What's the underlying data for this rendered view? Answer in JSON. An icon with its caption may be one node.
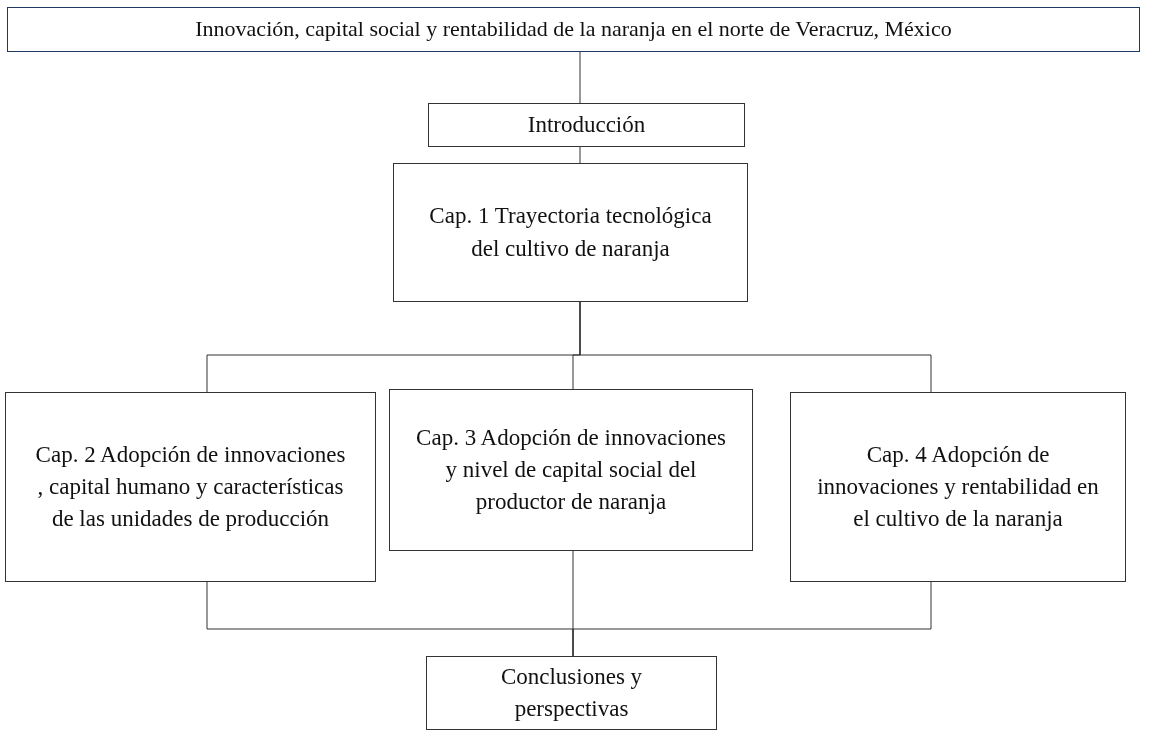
{
  "diagram": {
    "nodes": [
      {
        "text": [
          "Innovación, capital social y rentabilidad de la naranja en el norte de Veracruz, México"
        ]
      },
      {
        "text": [
          "Introducción"
        ]
      },
      {
        "text": [
          "Cap. 1 Trayectoria tecnológica del cultivo de naranja"
        ]
      },
      {
        "text": [
          "Cap. 2 Adopción de innovaciones , capital humano y características de las unidades de producción"
        ]
      },
      {
        "text": [
          "Cap. 3 Adopción de innovaciones y nivel de capital social del productor de naranja"
        ]
      },
      {
        "text": [
          "Cap. 4 Adopción de innovaciones y rentabilidad en el cultivo de la naranja"
        ]
      },
      {
        "text": [
          "Conclusiones y perspectivas"
        ]
      }
    ],
    "edges": [
      {
        "from": 0,
        "to": 1,
        "arrow": "none"
      },
      {
        "from": 1,
        "to": 2,
        "arrow": "none"
      },
      {
        "from": 2,
        "to": 3,
        "arrow": "none"
      },
      {
        "from": 2,
        "to": 4,
        "arrow": "none"
      },
      {
        "from": 2,
        "to": 5,
        "arrow": "none"
      },
      {
        "from": 3,
        "to": 6,
        "arrow": "none"
      },
      {
        "from": 4,
        "to": 6,
        "arrow": "none"
      },
      {
        "from": 5,
        "to": 6,
        "arrow": "none"
      }
    ]
  }
}
